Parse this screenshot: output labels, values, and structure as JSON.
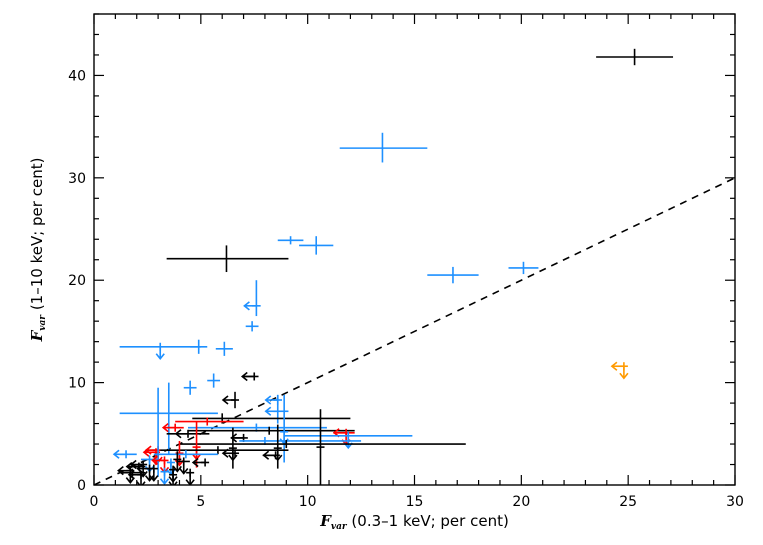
{
  "chart_data": {
    "type": "scatter",
    "xlabel": {
      "symbol": "F",
      "sub": "var",
      "text": " (0.3–1 keV; per cent)"
    },
    "ylabel": {
      "symbol": "F",
      "sub": "var",
      "text": " (1–10 keV; per cent)"
    },
    "xlim": [
      0,
      30
    ],
    "ylim": [
      0,
      46
    ],
    "xticks": [
      0,
      5,
      10,
      15,
      20,
      25,
      30
    ],
    "yticks": [
      0,
      10,
      20,
      30,
      40
    ],
    "grid": false,
    "colors": {
      "black": "#000000",
      "blue": "#1e90ff",
      "red": "#ff0000",
      "orange": "#ff9a00"
    },
    "reference_line": {
      "style": "dashed",
      "points": [
        [
          0,
          0
        ],
        [
          30,
          30
        ]
      ]
    },
    "points": [
      {
        "x": 25.3,
        "y": 41.8,
        "xerr": [
          1.8,
          1.8
        ],
        "yerr": [
          0.8,
          0.8
        ],
        "color": "black"
      },
      {
        "x": 13.5,
        "y": 32.9,
        "xerr": [
          2.0,
          2.1
        ],
        "yerr": [
          1.4,
          1.5
        ],
        "color": "blue"
      },
      {
        "x": 6.2,
        "y": 22.1,
        "xerr": [
          2.8,
          2.9
        ],
        "yerr": [
          1.3,
          1.3
        ],
        "color": "black"
      },
      {
        "x": 9.2,
        "y": 23.9,
        "xerr": [
          0.6,
          0.6
        ],
        "yerr": [
          0.4,
          0.4
        ],
        "color": "blue"
      },
      {
        "x": 10.4,
        "y": 23.4,
        "xerr": [
          0.8,
          0.8
        ],
        "yerr": [
          0.9,
          0.9
        ],
        "color": "blue"
      },
      {
        "x": 16.8,
        "y": 20.5,
        "xerr": [
          1.2,
          1.2
        ],
        "yerr": [
          0.8,
          0.8
        ],
        "color": "blue"
      },
      {
        "x": 20.1,
        "y": 21.2,
        "xerr": [
          0.7,
          0.7
        ],
        "yerr": [
          0.6,
          0.6
        ],
        "color": "blue"
      },
      {
        "x": 7.6,
        "y": 17.5,
        "xerr": [
          0.2,
          0.2
        ],
        "yerr": [
          1.0,
          2.5
        ],
        "color": "blue",
        "upper_x": true
      },
      {
        "x": 7.4,
        "y": 15.5,
        "xerr": [
          0.3,
          0.3
        ],
        "yerr": [
          0.5,
          0.5
        ],
        "color": "blue"
      },
      {
        "x": 3.1,
        "y": 13.5,
        "xerr": [
          1.9,
          1.9
        ],
        "yerr": [
          0,
          0
        ],
        "color": "blue",
        "upper_y": true
      },
      {
        "x": 4.9,
        "y": 13.5,
        "xerr": [
          0.4,
          0.4
        ],
        "yerr": [
          0.3,
          0.3
        ],
        "color": "blue"
      },
      {
        "x": 6.1,
        "y": 13.3,
        "xerr": [
          0.4,
          0.4
        ],
        "yerr": [
          0.3,
          0.3
        ],
        "color": "blue"
      },
      {
        "x": 24.8,
        "y": 11.6,
        "xerr": [
          0,
          0
        ],
        "yerr": [
          0,
          0
        ],
        "color": "orange",
        "upper_x": true,
        "upper_y": true
      },
      {
        "x": 7.5,
        "y": 10.6,
        "xerr": [
          0.5,
          0.2
        ],
        "yerr": [
          0,
          0
        ],
        "color": "black",
        "upper_x": true
      },
      {
        "x": 5.6,
        "y": 10.2,
        "xerr": [
          0.3,
          0.3
        ],
        "yerr": [
          0.3,
          0.3
        ],
        "color": "blue"
      },
      {
        "x": 4.5,
        "y": 9.5,
        "xerr": [
          0.3,
          0.3
        ],
        "yerr": [
          0.3,
          0.3
        ],
        "color": "blue"
      },
      {
        "x": 6.6,
        "y": 8.3,
        "xerr": [
          0,
          0
        ],
        "yerr": [
          0.8,
          0.8
        ],
        "color": "black",
        "upper_x": true
      },
      {
        "x": 8.6,
        "y": 8.3,
        "xerr": [
          0.2,
          0.2
        ],
        "yerr": [
          0.5,
          0.5
        ],
        "color": "blue",
        "upper_x": true
      },
      {
        "x": 8.6,
        "y": 7.2,
        "xerr": [
          0.2,
          0.5
        ],
        "yerr": [
          1.2,
          1.6
        ],
        "color": "blue",
        "upper_x": true
      },
      {
        "x": 3.5,
        "y": 7.0,
        "xerr": [
          2.3,
          2.3
        ],
        "yerr": [
          4.0,
          3.0
        ],
        "color": "blue"
      },
      {
        "x": 6.0,
        "y": 6.5,
        "xerr": [
          1.4,
          6.0
        ],
        "yerr": [
          0.5,
          0.5
        ],
        "color": "black"
      },
      {
        "x": 5.3,
        "y": 6.2,
        "xerr": [
          1.5,
          1.7
        ],
        "yerr": [
          0,
          0
        ],
        "color": "red"
      },
      {
        "x": 7.6,
        "y": 5.6,
        "xerr": [
          3.2,
          3.3
        ],
        "yerr": [
          0.4,
          0.4
        ],
        "color": "blue"
      },
      {
        "x": 8.2,
        "y": 5.3,
        "xerr": [
          3.8,
          4.0
        ],
        "yerr": [
          0,
          0
        ],
        "color": "black"
      },
      {
        "x": 11.8,
        "y": 5.1,
        "xerr": [
          0.6,
          0.4
        ],
        "yerr": [
          0,
          0
        ],
        "color": "red",
        "upper_x": true,
        "upper_y": true
      },
      {
        "x": 11.9,
        "y": 4.8,
        "xerr": [
          3.0,
          3.0
        ],
        "yerr": [
          0,
          0
        ],
        "color": "blue",
        "upper_y": true
      },
      {
        "x": 3.8,
        "y": 5.6,
        "xerr": [
          0.4,
          0.4
        ],
        "yerr": [
          0,
          0
        ],
        "color": "red",
        "upper_x": true
      },
      {
        "x": 4.4,
        "y": 5.0,
        "xerr": [
          1.0,
          1.0
        ],
        "yerr": [
          0,
          0
        ],
        "color": "black",
        "upper_x": true
      },
      {
        "x": 8.9,
        "y": 5.2,
        "xerr": [
          0,
          0
        ],
        "yerr": [
          3.0,
          3.6
        ],
        "color": "blue",
        "upper_y": true
      },
      {
        "x": 7.0,
        "y": 4.6,
        "xerr": [
          0.6,
          0.2
        ],
        "yerr": [
          0,
          0
        ],
        "color": "black",
        "upper_x": true
      },
      {
        "x": 8.0,
        "y": 4.3,
        "xerr": [
          1.2,
          4.5
        ],
        "yerr": [
          0,
          0
        ],
        "color": "blue"
      },
      {
        "x": 9.0,
        "y": 4.0,
        "xerr": [
          5.0,
          8.4
        ],
        "yerr": [
          0,
          0
        ],
        "color": "black"
      },
      {
        "x": 10.6,
        "y": 3.7,
        "xerr": [
          0,
          0
        ],
        "yerr": [
          3.7,
          3.7
        ],
        "color": "black"
      },
      {
        "x": 8.6,
        "y": 3.6,
        "xerr": [
          0,
          0
        ],
        "yerr": [
          2.0,
          2.3
        ],
        "color": "black",
        "upper_y": true
      },
      {
        "x": 4.8,
        "y": 3.7,
        "xerr": [
          0,
          0
        ],
        "yerr": [
          2.0,
          2.5
        ],
        "color": "red",
        "upper_y": true
      },
      {
        "x": 6.5,
        "y": 3.6,
        "xerr": [
          0,
          0
        ],
        "yerr": [
          2.0,
          2.0
        ],
        "color": "black",
        "upper_y": true
      },
      {
        "x": 5.8,
        "y": 3.4,
        "xerr": [
          3.2,
          3.3
        ],
        "yerr": [
          0,
          0
        ],
        "color": "black"
      },
      {
        "x": 3.0,
        "y": 3.4,
        "xerr": [
          0.3,
          0.1
        ],
        "yerr": [
          0,
          0
        ],
        "color": "red",
        "upper_x": true,
        "upper_y": true
      },
      {
        "x": 2.9,
        "y": 3.2,
        "xerr": [
          0,
          0
        ],
        "yerr": [
          0,
          0
        ],
        "color": "red",
        "upper_x": true,
        "upper_y": true
      },
      {
        "x": 4.0,
        "y": 3.1,
        "xerr": [
          0,
          0
        ],
        "yerr": [
          1.0,
          1.2
        ],
        "color": "red",
        "upper_y": true
      },
      {
        "x": 4.3,
        "y": 3.0,
        "xerr": [
          1.5,
          1.5
        ],
        "yerr": [
          0,
          0
        ],
        "color": "blue"
      },
      {
        "x": 6.6,
        "y": 3.1,
        "xerr": [
          0,
          0
        ],
        "yerr": [
          0,
          0
        ],
        "color": "black",
        "upper_x": true
      },
      {
        "x": 8.5,
        "y": 2.9,
        "xerr": [
          0.6,
          0.2
        ],
        "yerr": [
          0,
          0
        ],
        "color": "black",
        "upper_x": true
      },
      {
        "x": 1.5,
        "y": 3.0,
        "xerr": [
          0.3,
          0.5
        ],
        "yerr": [
          0,
          0
        ],
        "color": "blue",
        "upper_x": true
      },
      {
        "x": 3.0,
        "y": 3.0,
        "xerr": [
          0,
          0
        ],
        "yerr": [
          2.2,
          6.5
        ],
        "color": "blue"
      },
      {
        "x": 2.6,
        "y": 2.5,
        "xerr": [
          0.4,
          0.4
        ],
        "yerr": [
          0,
          0
        ],
        "color": "blue",
        "upper_y": true
      },
      {
        "x": 3.3,
        "y": 2.4,
        "xerr": [
          0,
          0
        ],
        "yerr": [
          0,
          0
        ],
        "color": "red",
        "upper_x": true,
        "upper_y": true
      },
      {
        "x": 3.6,
        "y": 2.2,
        "xerr": [
          0,
          0
        ],
        "yerr": [
          0,
          0
        ],
        "color": "blue",
        "upper_y": true
      },
      {
        "x": 3.9,
        "y": 2.5,
        "xerr": [
          0,
          0
        ],
        "yerr": [
          0.8,
          0.8
        ],
        "color": "black",
        "upper_y": true
      },
      {
        "x": 4.2,
        "y": 2.3,
        "xerr": [
          0.1,
          0.1
        ],
        "yerr": [
          0,
          0
        ],
        "color": "black",
        "upper_y": true
      },
      {
        "x": 5.2,
        "y": 2.2,
        "xerr": [
          0,
          0
        ],
        "yerr": [
          0,
          0
        ],
        "color": "black",
        "upper_x": true
      },
      {
        "x": 2.3,
        "y": 2.0,
        "xerr": [
          0,
          0
        ],
        "yerr": [
          0,
          0
        ],
        "color": "black",
        "upper_x": true,
        "upper_y": true
      },
      {
        "x": 2.1,
        "y": 1.8,
        "xerr": [
          0.5,
          0.3
        ],
        "yerr": [
          0,
          0
        ],
        "color": "black",
        "upper_x": true
      },
      {
        "x": 2.6,
        "y": 1.6,
        "xerr": [
          0,
          0
        ],
        "yerr": [
          0,
          0
        ],
        "color": "black",
        "upper_x": true,
        "upper_y": true
      },
      {
        "x": 1.7,
        "y": 1.4,
        "xerr": [
          0,
          0
        ],
        "yerr": [
          0,
          0
        ],
        "color": "black",
        "upper_x": true,
        "upper_y": true
      },
      {
        "x": 2.8,
        "y": 1.6,
        "xerr": [
          0,
          0
        ],
        "yerr": [
          0,
          0
        ],
        "color": "black",
        "upper_y": true
      },
      {
        "x": 3.7,
        "y": 1.5,
        "xerr": [
          0,
          0
        ],
        "yerr": [
          0,
          0
        ],
        "color": "black",
        "upper_y": true
      },
      {
        "x": 1.8,
        "y": 1.2,
        "xerr": [
          0.6,
          0.6
        ],
        "yerr": [
          0,
          0
        ],
        "color": "black"
      },
      {
        "x": 2.2,
        "y": 1.0,
        "xerr": [
          0,
          0
        ],
        "yerr": [
          0,
          0
        ],
        "color": "black",
        "upper_x": true,
        "upper_y": true
      },
      {
        "x": 4.5,
        "y": 1.2,
        "xerr": [
          0,
          0
        ],
        "yerr": [
          0,
          0
        ],
        "color": "black",
        "upper_y": true
      },
      {
        "x": 3.3,
        "y": 1.3,
        "xerr": [
          0,
          0
        ],
        "yerr": [
          0,
          0
        ],
        "color": "blue",
        "upper_y": true
      },
      {
        "x": 3.7,
        "y": 1.0,
        "xerr": [
          0,
          0
        ],
        "yerr": [
          0,
          0
        ],
        "color": "black",
        "upper_y": true
      }
    ]
  }
}
